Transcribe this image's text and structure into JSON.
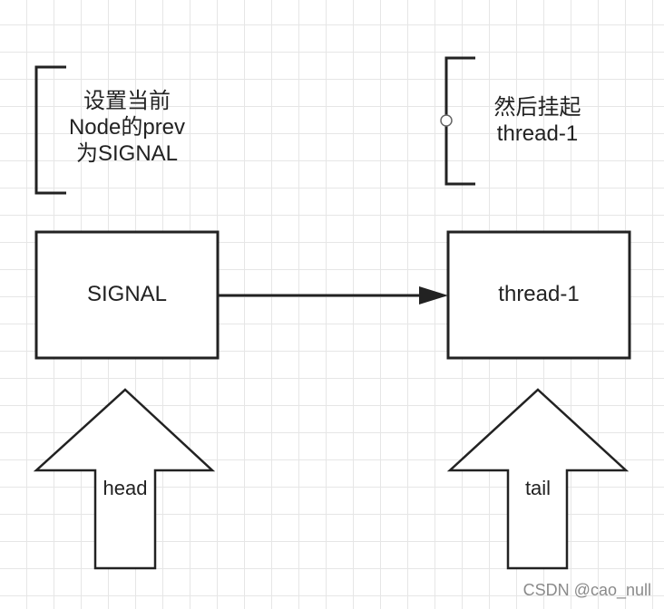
{
  "annotation_left": {
    "lines": [
      "设置当前",
      "Node的prev",
      "为SIGNAL"
    ]
  },
  "annotation_right": {
    "lines": [
      "然后挂起",
      "thread-1"
    ]
  },
  "nodes": [
    {
      "label": "SIGNAL"
    },
    {
      "label": "thread-1"
    }
  ],
  "pointers": [
    {
      "label": "head"
    },
    {
      "label": "tail"
    }
  ],
  "watermark": "CSDN @cao_null",
  "colors": {
    "stroke": "#222222",
    "grid": "#e6e6e6",
    "watermark": "#8a8a8a"
  }
}
